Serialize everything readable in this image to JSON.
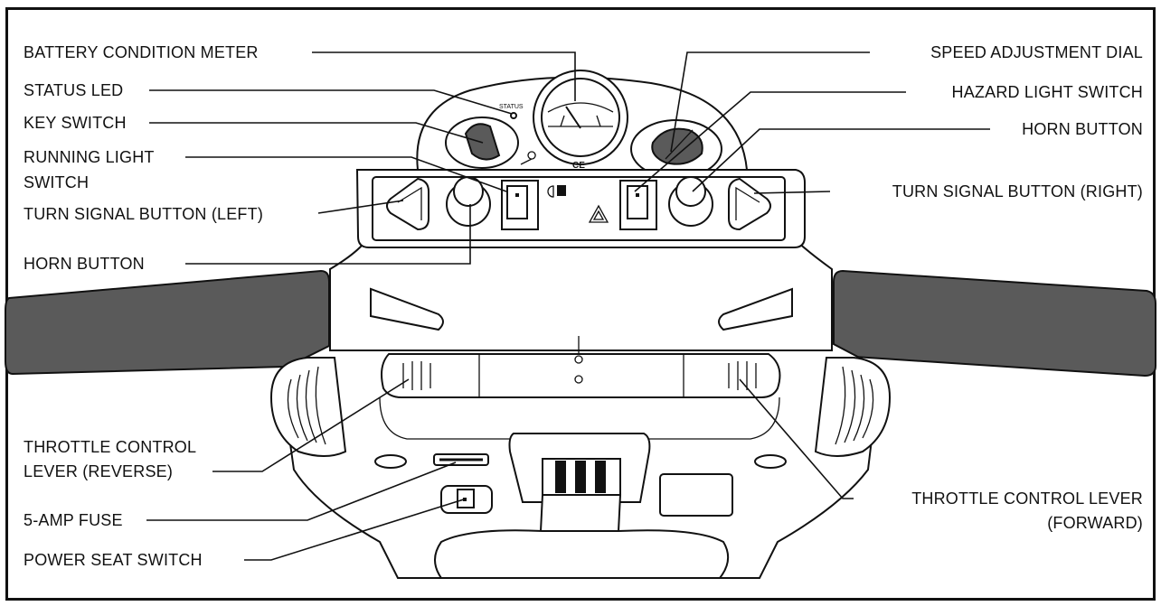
{
  "labels": {
    "battery_condition_meter": "BATTERY CONDITION METER",
    "status_led": "STATUS LED",
    "key_switch": "KEY SWITCH",
    "running_light_switch_line1": "RUNNING LIGHT",
    "running_light_switch_line2": "SWITCH",
    "turn_signal_left": "TURN SIGNAL BUTTON (LEFT)",
    "horn_button_left": "HORN BUTTON",
    "throttle_reverse_line1": "THROTTLE CONTROL",
    "throttle_reverse_line2": "LEVER  (REVERSE)",
    "fuse": "5-AMP FUSE",
    "power_seat_switch": "POWER SEAT SWITCH",
    "speed_adjustment_dial": "SPEED ADJUSTMENT DIAL",
    "hazard_light_switch": "HAZARD LIGHT SWITCH",
    "horn_button_right": "HORN BUTTON",
    "turn_signal_right": "TURN SIGNAL BUTTON (RIGHT)",
    "throttle_forward_line1": "THROTTLE CONTROL LEVER",
    "throttle_forward_line2": "(FORWARD)"
  },
  "panel_marks": {
    "status_text": "STATUS",
    "ce_mark": "CE"
  }
}
